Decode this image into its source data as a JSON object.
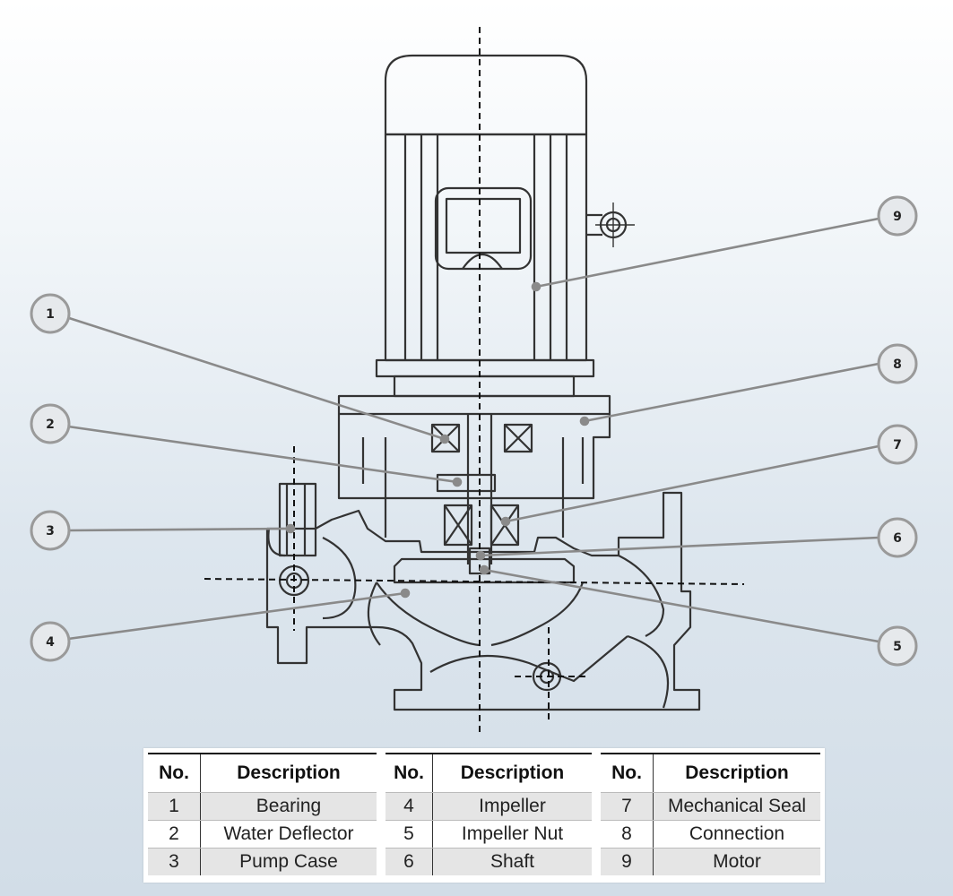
{
  "callouts": [
    "1",
    "2",
    "3",
    "4",
    "5",
    "6",
    "7",
    "8",
    "9"
  ],
  "table": {
    "header_no": "No.",
    "header_desc": "Description",
    "parts": [
      {
        "no": "1",
        "desc": "Bearing"
      },
      {
        "no": "2",
        "desc": "Water Deflector"
      },
      {
        "no": "3",
        "desc": "Pump Case"
      },
      {
        "no": "4",
        "desc": "Impeller"
      },
      {
        "no": "5",
        "desc": "Impeller Nut"
      },
      {
        "no": "6",
        "desc": "Shaft"
      },
      {
        "no": "7",
        "desc": "Mechanical Seal"
      },
      {
        "no": "8",
        "desc": "Connection"
      },
      {
        "no": "9",
        "desc": "Motor"
      }
    ]
  },
  "colors": {
    "line": "#333333",
    "leader": "#8a8a8a",
    "callout_fill": "#e6e9ec"
  }
}
